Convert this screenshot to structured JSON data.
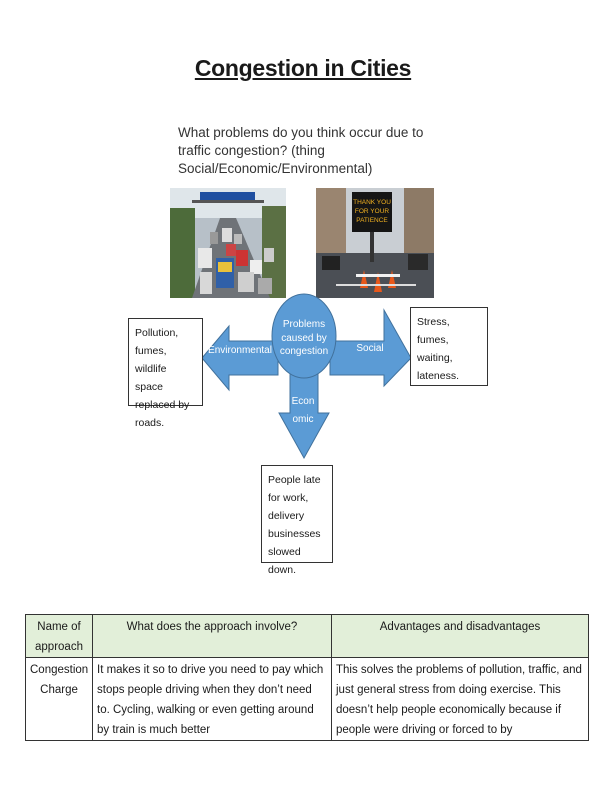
{
  "title": "Congestion in Cities",
  "question": "What problems do you think occur due to traffic congestion? (thing Social/Economic/Environmental)",
  "diagram": {
    "center_label": "Problems caused by congestion",
    "environmental_label": "Environmental",
    "social_label": "Social",
    "economic_label": "Econ omic",
    "environmental_text": "Pollution, fumes, wildlife space replaced by roads.",
    "social_text": "Stress, fumes, waiting, lateness.",
    "economic_text": "People late for work, delivery businesses slowed down.",
    "arrow_color": "#5b9bd5",
    "sign_text": "THANK YOU FOR YOUR PATIENCE"
  },
  "table": {
    "header_color": "#e2efd9",
    "headers": [
      "Name of approach",
      "What does the approach involve?",
      "Advantages and disadvantages"
    ],
    "rows": [
      {
        "name": "Congestion Charge",
        "involve": "It makes it so to drive you need to pay which stops people driving when they don’t need to. Cycling, walking or even getting around by train is much better",
        "advantages": "This solves the problems of pollution, traffic, and just general stress from doing exercise. This doesn’t help people economically because if people were driving or forced to by"
      }
    ]
  }
}
